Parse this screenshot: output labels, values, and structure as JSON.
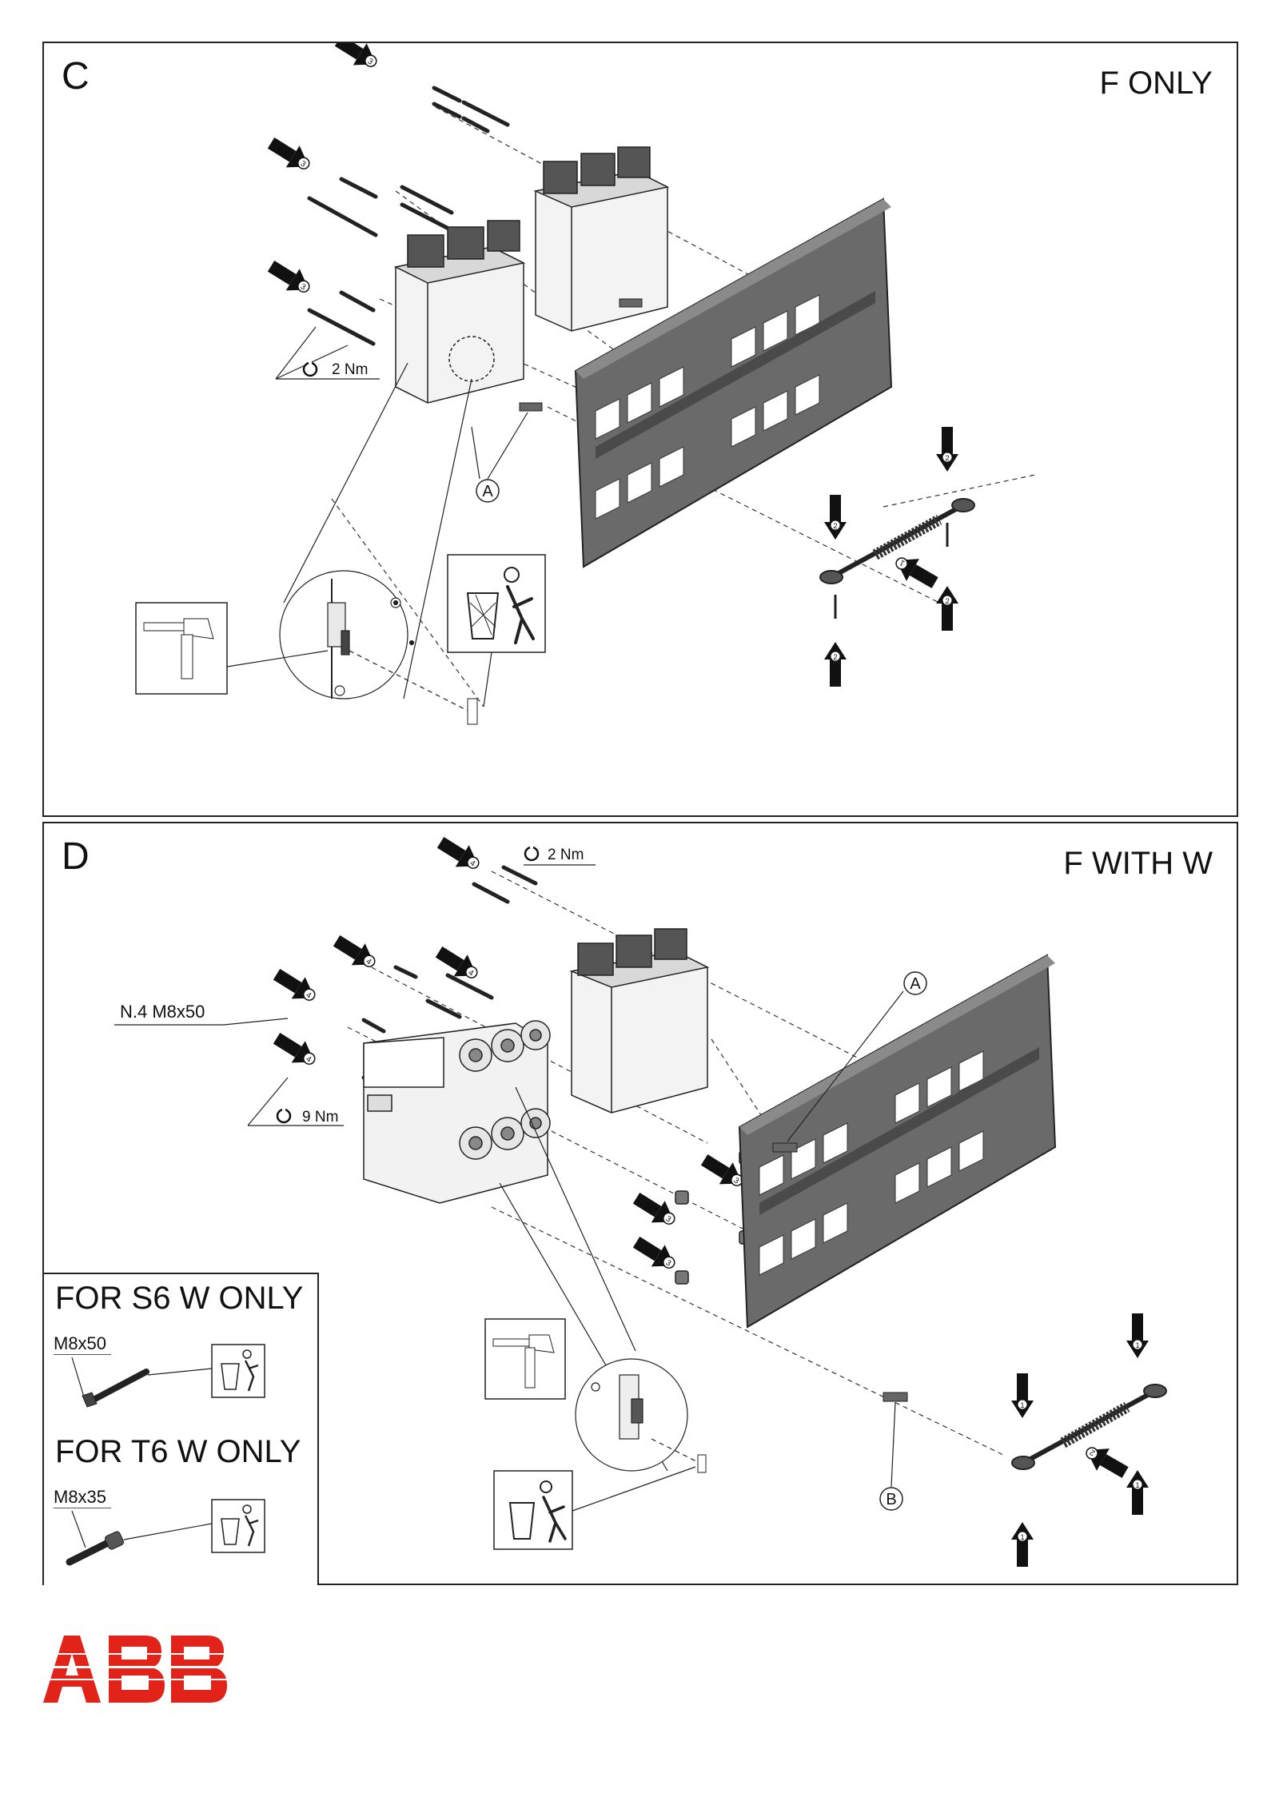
{
  "panel_c": {
    "step_letter": "C",
    "mode_label": "F ONLY",
    "torque_label": "2 Nm",
    "callout_a": "A",
    "step_numbers": [
      "3",
      "2",
      "1"
    ]
  },
  "panel_d": {
    "step_letter": "D",
    "mode_label": "F WITH W",
    "torque_top": "2 Nm",
    "torque_side": "9 Nm",
    "screw_spec": "N.4 M8x50",
    "callout_a": "A",
    "callout_b": "B",
    "step_numbers": [
      "4",
      "3",
      "2",
      "1"
    ],
    "s6_box": {
      "title": "FOR S6 W ONLY",
      "part": "M8x50"
    },
    "t6_box": {
      "title": "FOR T6 W ONLY",
      "part": "M8x35"
    }
  },
  "brand": {
    "logo_text": "ABB",
    "color": "#e2231a"
  },
  "icons": [
    "hammer-icon",
    "recycle-bin-icon",
    "torque-wrench-icon",
    "arrow-icon"
  ],
  "colors": {
    "frame": "#5f5f5f",
    "frame_dark": "#3c3c3c",
    "line": "#222222"
  }
}
